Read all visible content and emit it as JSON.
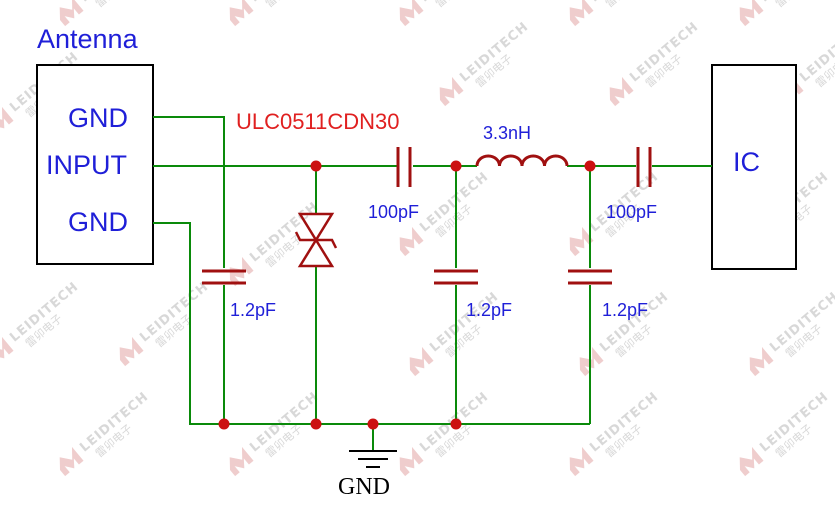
{
  "antenna_block": {
    "title": "Antenna",
    "pins": [
      "GND",
      "INPUT",
      "GND"
    ]
  },
  "ic_block": {
    "label": "IC"
  },
  "tvs_part": "ULC0511CDN30",
  "components": {
    "cap_shunt_left": "1.2pF",
    "cap_series_1": "100pF",
    "inductor": "3.3nH",
    "cap_shunt_mid": "1.2pF",
    "cap_shunt_right": "1.2pF",
    "cap_series_2": "100pF"
  },
  "ground_label": "GND",
  "watermark": {
    "brand": "LEIDITECH",
    "cn": "雷卯电子"
  },
  "colors": {
    "wire": "#0a8a0a",
    "component": "#a01010",
    "junction": "#cc1111",
    "label": "#1f1fd8",
    "part_number": "#e02020"
  }
}
